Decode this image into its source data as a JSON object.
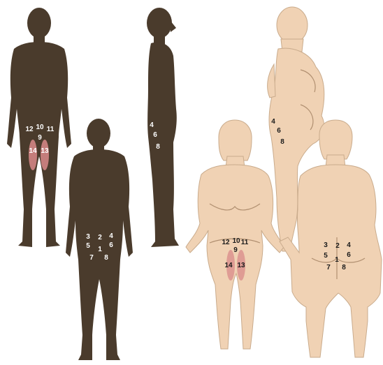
{
  "colors": {
    "dark_skin": "#4a3b2c",
    "light_skin": "#f0d2b4",
    "light_outline": "#c9ab8c",
    "highlight": "#d98a8a"
  },
  "figures": [
    {
      "id": "male-front",
      "labels": [
        "12",
        "10",
        "11",
        "9",
        "14",
        "13"
      ]
    },
    {
      "id": "male-side",
      "labels": [
        "4",
        "6",
        "8"
      ]
    },
    {
      "id": "male-back",
      "labels": [
        "3",
        "2",
        "4",
        "5",
        "1",
        "6",
        "7",
        "8"
      ]
    },
    {
      "id": "female-side",
      "labels": [
        "4",
        "6",
        "8"
      ]
    },
    {
      "id": "female-front",
      "labels": [
        "12",
        "10",
        "11",
        "9",
        "14",
        "13"
      ]
    },
    {
      "id": "female-back",
      "labels": [
        "3",
        "2",
        "4",
        "5",
        "1",
        "6",
        "7",
        "8"
      ]
    }
  ]
}
